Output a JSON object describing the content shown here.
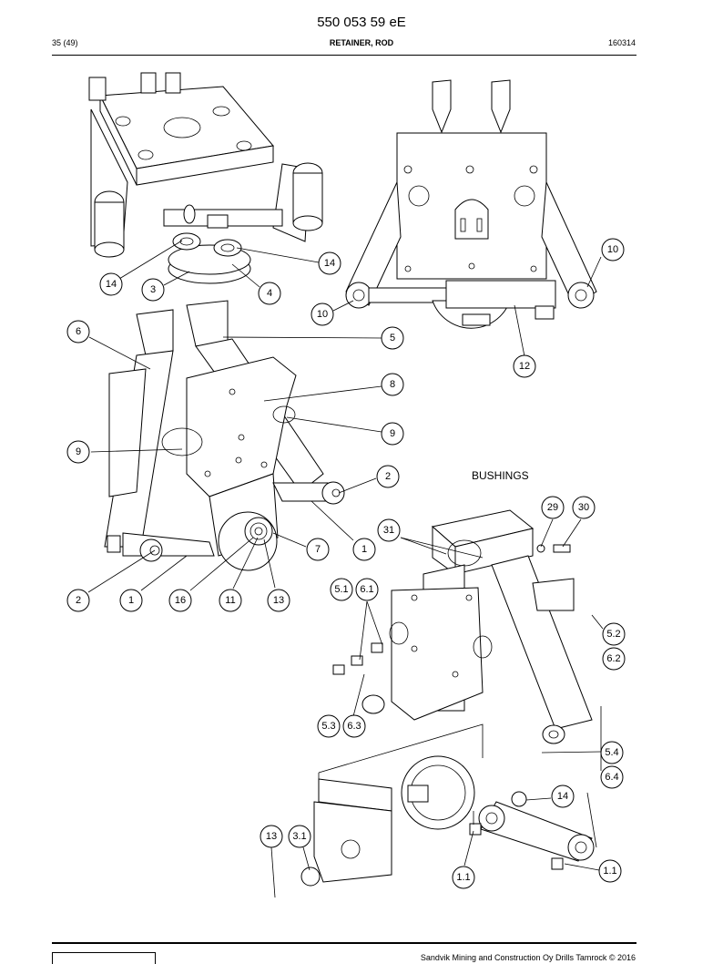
{
  "header": {
    "doc_number": "550 053 59 eE",
    "page": "35 (49)",
    "title": "RETAINER, ROD",
    "date": "160314"
  },
  "section_label": "BUSHINGS",
  "footer": {
    "text": "Sandvik Mining and Construction Oy Drills Tamrock © 2016"
  },
  "callouts": {
    "c14a": "14",
    "c14b": "14",
    "c3": "3",
    "c4": "4",
    "c10a": "10",
    "c10b": "10",
    "c12": "12",
    "c6": "6",
    "c5": "5",
    "c8": "8",
    "c9a": "9",
    "c9b": "9",
    "c2a": "2",
    "c2b": "2",
    "c7": "7",
    "c1a": "1",
    "c1b": "1",
    "c16": "16",
    "c11": "11",
    "c13a": "13",
    "c29": "29",
    "c30": "30",
    "c31": "31",
    "c51": "5.1",
    "c61": "6.1",
    "c52": "5.2",
    "c62": "6.2",
    "c53": "5.3",
    "c63": "6.3",
    "c54": "5.4",
    "c64": "6.4",
    "c14c": "14",
    "c13b": "13",
    "c31b": "3.1",
    "c11a": "1.1",
    "c11b": "1.1"
  }
}
